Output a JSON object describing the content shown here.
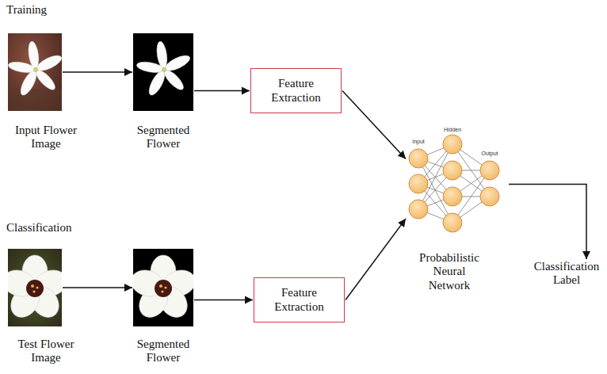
{
  "diagram": {
    "nodes": [
      {
        "text": [
          "Input Flower Image"
        ]
      },
      {
        "text": [
          "Segmented Flower"
        ]
      },
      {
        "text": [
          "Feature Extraction"
        ]
      },
      {
        "text": [
          "Probabilistic Neural Network"
        ]
      },
      {
        "text": [
          "Classification Label"
        ]
      },
      {
        "text": [
          "Test Flower Image"
        ]
      },
      {
        "text": [
          "Segmented Flower"
        ]
      },
      {
        "text": [
          "Feature Extraction"
        ]
      }
    ],
    "edges": [
      {
        "from": 0,
        "to": 1,
        "arrow": "to"
      },
      {
        "from": 1,
        "to": 2,
        "arrow": "to"
      },
      {
        "from": 2,
        "to": 3,
        "arrow": "to"
      },
      {
        "from": 5,
        "to": 6,
        "arrow": "to"
      },
      {
        "from": 6,
        "to": 7,
        "arrow": "to"
      },
      {
        "from": 7,
        "to": 3,
        "arrow": "to"
      },
      {
        "from": 3,
        "to": 4,
        "arrow": "to"
      }
    ],
    "labels": [
      "Training",
      "Classification",
      "Input",
      "Hidden",
      "Output"
    ]
  }
}
